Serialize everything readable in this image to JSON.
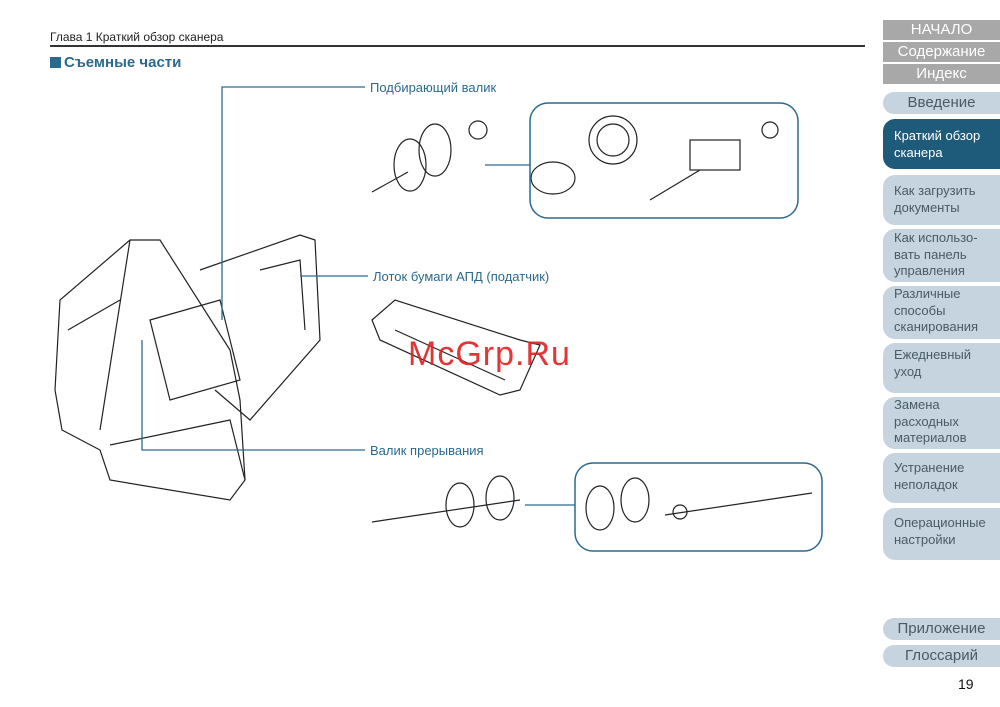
{
  "header": {
    "chapter": "Глава 1 Краткий обзор сканера",
    "section_title": "Съемные части"
  },
  "callouts": {
    "pick_roller": "Подбирающий валик",
    "adf_tray": "Лоток бумаги АПД (податчик)",
    "brake_roller": "Валик прерывания"
  },
  "nav": {
    "top": [
      "НАЧАЛО",
      "Содержание",
      "Индекс"
    ],
    "tabs": [
      {
        "label": "Введение"
      },
      {
        "label": "Краткий обзор сканера",
        "active": true
      },
      {
        "label": "Как загрузить документы"
      },
      {
        "label": "Как использо- вать панель управления"
      },
      {
        "label": "Различные способы сканирования"
      },
      {
        "label": "Ежедневный уход"
      },
      {
        "label": "Замена расходных материалов"
      },
      {
        "label": "Устранение неполадок"
      },
      {
        "label": "Операционные настройки"
      },
      {
        "label": "Приложение"
      },
      {
        "label": "Глоссарий"
      }
    ]
  },
  "page_number": "19",
  "watermark": "McGrp.Ru",
  "colors": {
    "accent": "#2b6a8e",
    "nav_active": "#1e5a7a",
    "nav_tab": "#c5d4de",
    "nav_top": "#a8a8a8"
  }
}
